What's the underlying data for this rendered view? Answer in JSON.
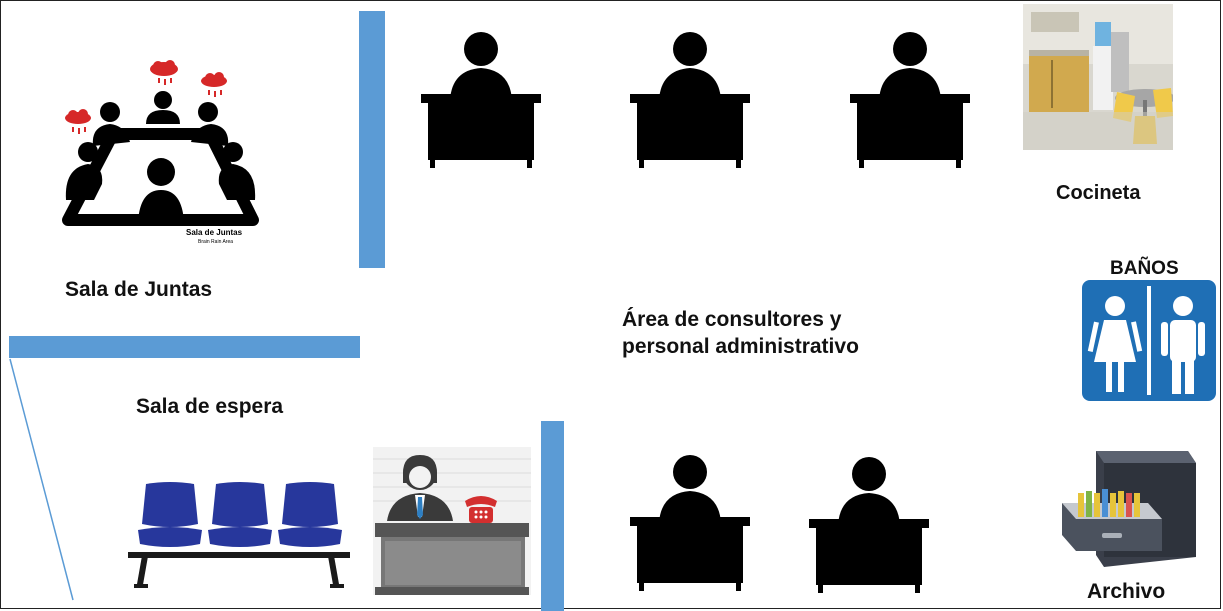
{
  "rooms": {
    "meeting_room": {
      "label": "Sala de Juntas",
      "icon_caption": "Sala de Juntas",
      "icon_subcaption": "Brain Rain Area"
    },
    "waiting_room": {
      "label": "Sala de espera"
    },
    "consultants_area": {
      "label_line1": "Área de consultores y",
      "label_line2": "personal administrativo"
    },
    "kitchen": {
      "label": "Cocineta"
    },
    "bathrooms": {
      "label": "BAÑOS"
    },
    "archive": {
      "label": "Archivo"
    }
  },
  "icons": {
    "desk_worker": "person-at-desk-icon",
    "meeting": "meeting-table-icon",
    "waiting_chairs": "waiting-chairs-icon",
    "reception": "receptionist-icon",
    "kitchen_photo": "kitchen-photo",
    "restroom_sign": "restroom-sign-icon",
    "file_cabinet": "file-cabinet-icon"
  },
  "colors": {
    "wall": "#5b9bd5",
    "silhouette": "#000000",
    "restroom_sign_bg": "#1f6fb5",
    "chair_blue": "#27379c",
    "phone_red": "#d32f2f"
  }
}
